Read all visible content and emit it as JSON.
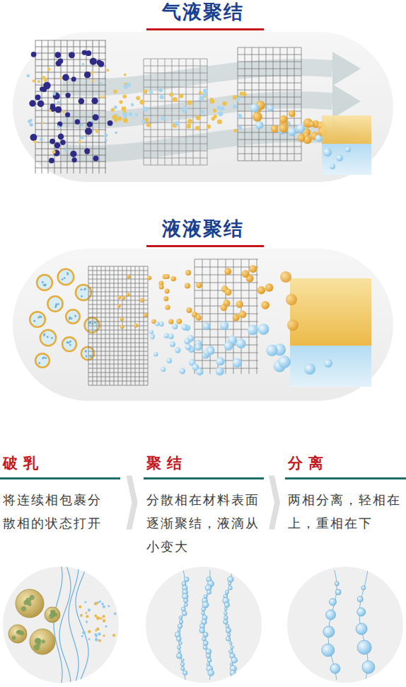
{
  "diagram": {
    "nodes": [
      {
        "text": [
          "气液聚结"
        ]
      },
      {
        "text": [
          "液液聚结"
        ]
      },
      {
        "text": [
          "破乳",
          "将连续相包裹分散相的状态打开"
        ]
      },
      {
        "text": [
          "聚结",
          "分散相在材料表面逐渐聚结，液滴从小变大"
        ]
      },
      {
        "text": [
          "分离",
          "两相分离，轻相在上，重相在下"
        ]
      }
    ],
    "edges": [
      {
        "from": 2,
        "to": 3,
        "arrow": "to"
      },
      {
        "from": 3,
        "to": 4,
        "arrow": "to"
      }
    ]
  }
}
